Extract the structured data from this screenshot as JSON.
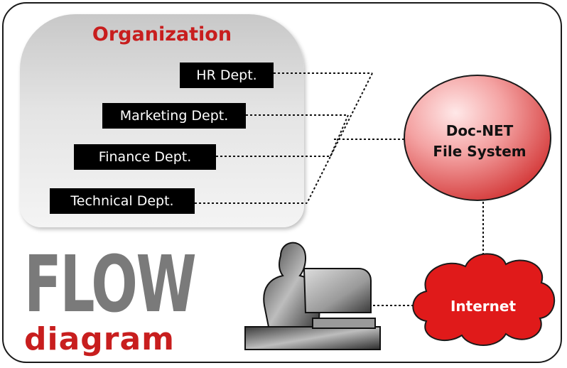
{
  "organization": {
    "title": "Organization",
    "departments": [
      {
        "label": "HR Dept."
      },
      {
        "label": "Marketing Dept."
      },
      {
        "label": "Finance Dept."
      },
      {
        "label": "Technical Dept."
      }
    ]
  },
  "nodes": {
    "file_system": {
      "line1": "Doc-NET",
      "line2": "File System"
    },
    "internet": {
      "label": "Internet"
    }
  },
  "heading": {
    "word1": "FLOW",
    "word2": "diagram"
  },
  "colors": {
    "accent_red": "#c81e1e",
    "gray_text": "#7a7a7a",
    "dept_bg": "#000000"
  }
}
